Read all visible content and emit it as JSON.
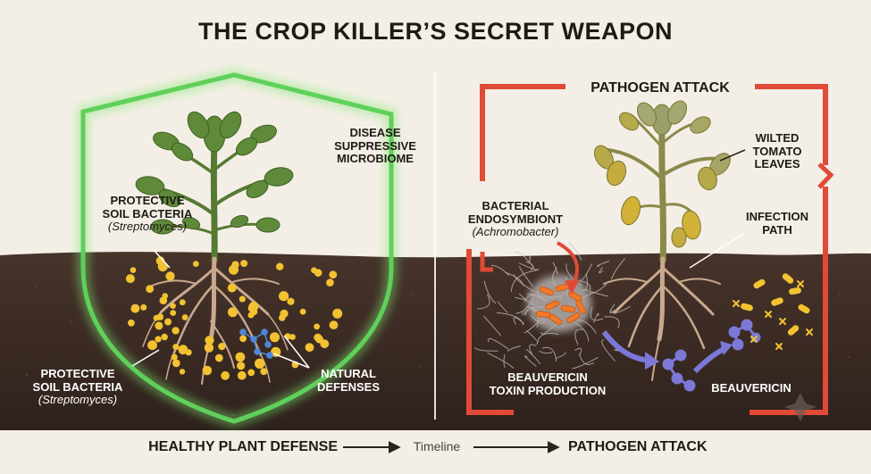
{
  "title": "THE CROP KILLER’S SECRET WEAPON",
  "healthy_panel": {
    "microbiome_label": [
      "DISEASE",
      "SUPPRESSIVE",
      "MICROBIOME"
    ],
    "bacteria_label_top": [
      "PROTECTIVE",
      "SOIL BACTERIA"
    ],
    "bacteria_species_top": "(Streptomyces)",
    "bacteria_label_bottom": [
      "PROTECTIVE",
      "SOIL BACTERIA"
    ],
    "bacteria_species_bottom": "(Streptomyces)",
    "defenses_label": [
      "NATURAL",
      "DEFENSES"
    ],
    "shield_color": "#5fd05a",
    "bacteria_color": "#f2c230"
  },
  "pathogen_panel": {
    "heading": "PATHOGEN ATTACK",
    "wilted_label": [
      "WILTED",
      "TOMATO",
      "LEAVES"
    ],
    "endosymbiont_label": [
      "BACTERIAL",
      "ENDOSYMBIONT"
    ],
    "endosymbiont_species": "(Achromobacter)",
    "infection_label": [
      "INFECTION",
      "PATH"
    ],
    "toxin_label": [
      "BEAUVERICIN",
      "TOXIN PRODUCTION"
    ],
    "beauvericin_label": "BEAUVERICIN",
    "frame_color": "#e04a36",
    "molecule_color": "#7b78d8"
  },
  "timeline": {
    "start": "HEALTHY PLANT DEFENSE",
    "middle": "Timeline",
    "end": "PATHOGEN ATTACK"
  },
  "colors": {
    "background": "#f4efe6",
    "soil": "#3a2a24",
    "leaf_healthy": "#5e8a3a",
    "leaf_wilted": "#b5a94a"
  }
}
